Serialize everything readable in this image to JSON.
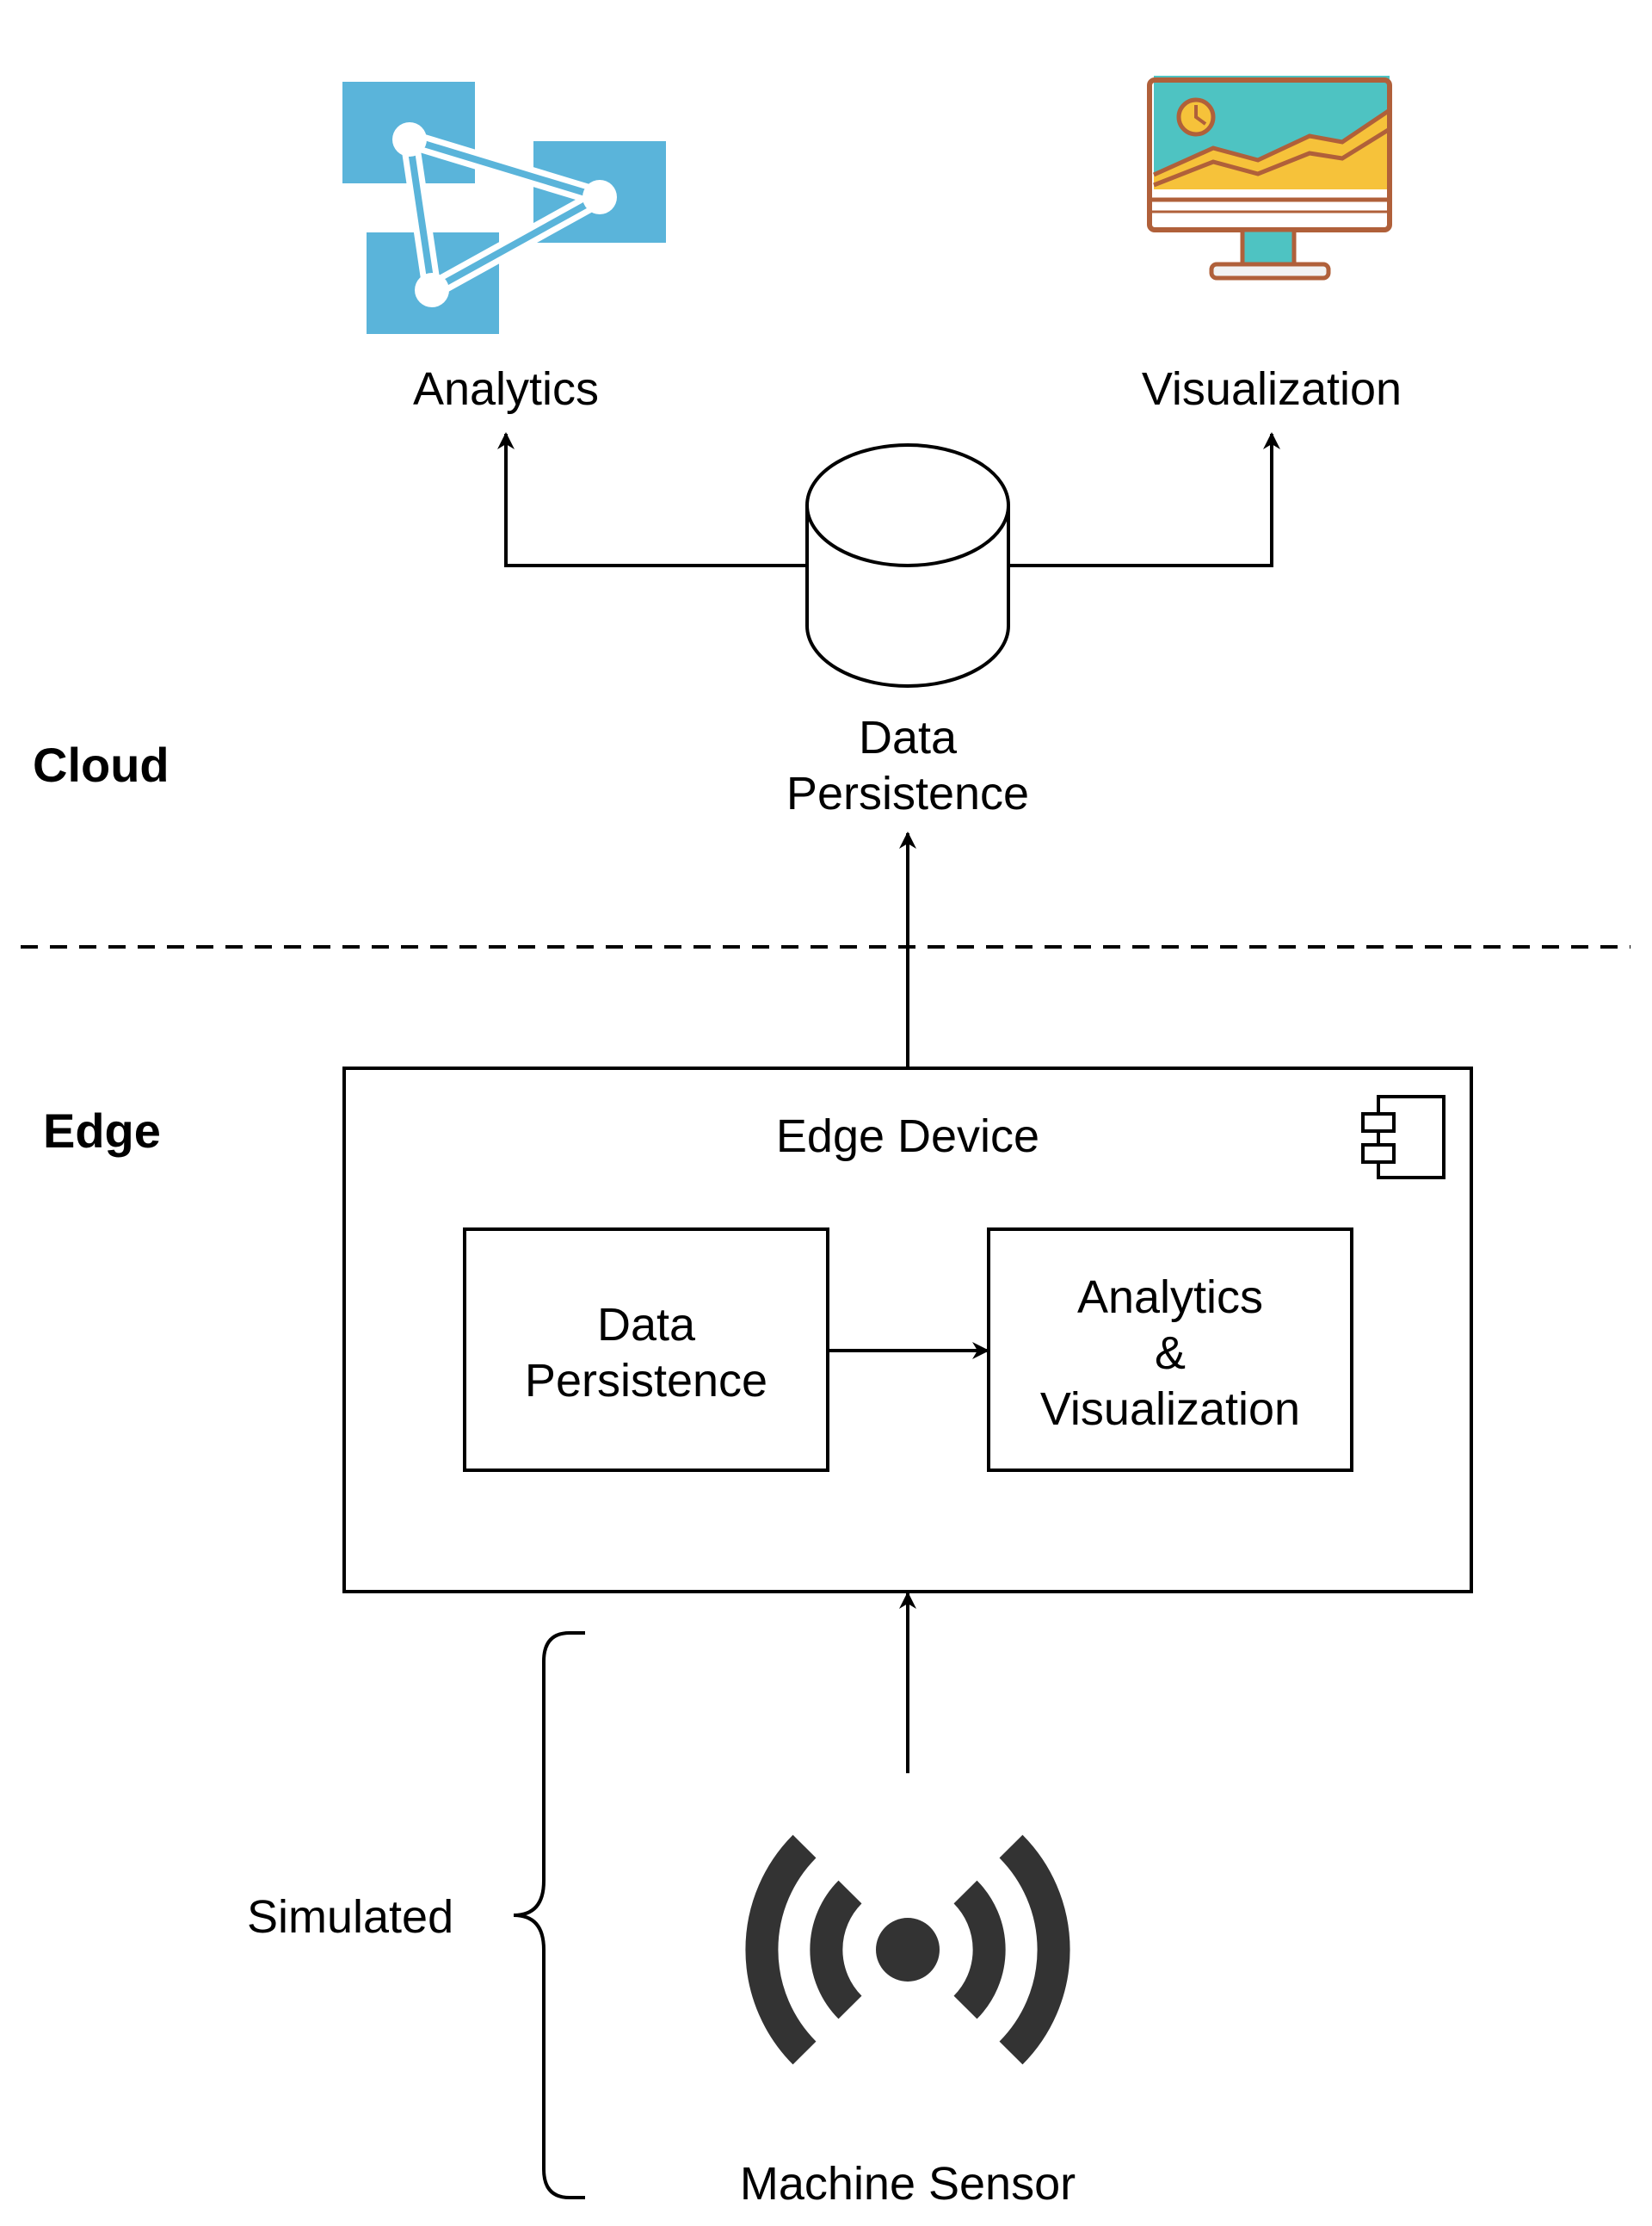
{
  "zones": {
    "cloud": "Cloud",
    "edge": "Edge"
  },
  "cloud": {
    "analytics_label": "Analytics",
    "visualization_label": "Visualization",
    "persistence_line1": "Data",
    "persistence_line2": "Persistence"
  },
  "edge_device": {
    "title": "Edge Device",
    "persistence_line1": "Data",
    "persistence_line2": "Persistence",
    "analytics_line1": "Analytics",
    "analytics_line2": "&",
    "analytics_line3": "Visualization"
  },
  "sensor": {
    "label": "Machine Sensor",
    "brace_label": "Simulated"
  },
  "colors": {
    "analytics_icon": "#5ab4da",
    "monitor_screen": "#4ec3c2",
    "monitor_chart": "#f6c23a",
    "monitor_outline": "#b0603a",
    "sensor_icon": "#333333",
    "stroke": "#000000"
  },
  "icons": {
    "analytics": "network-graph-icon",
    "visualization": "monitor-chart-icon",
    "database": "database-cylinder-icon",
    "component": "component-icon",
    "sensor": "wireless-signal-icon"
  }
}
